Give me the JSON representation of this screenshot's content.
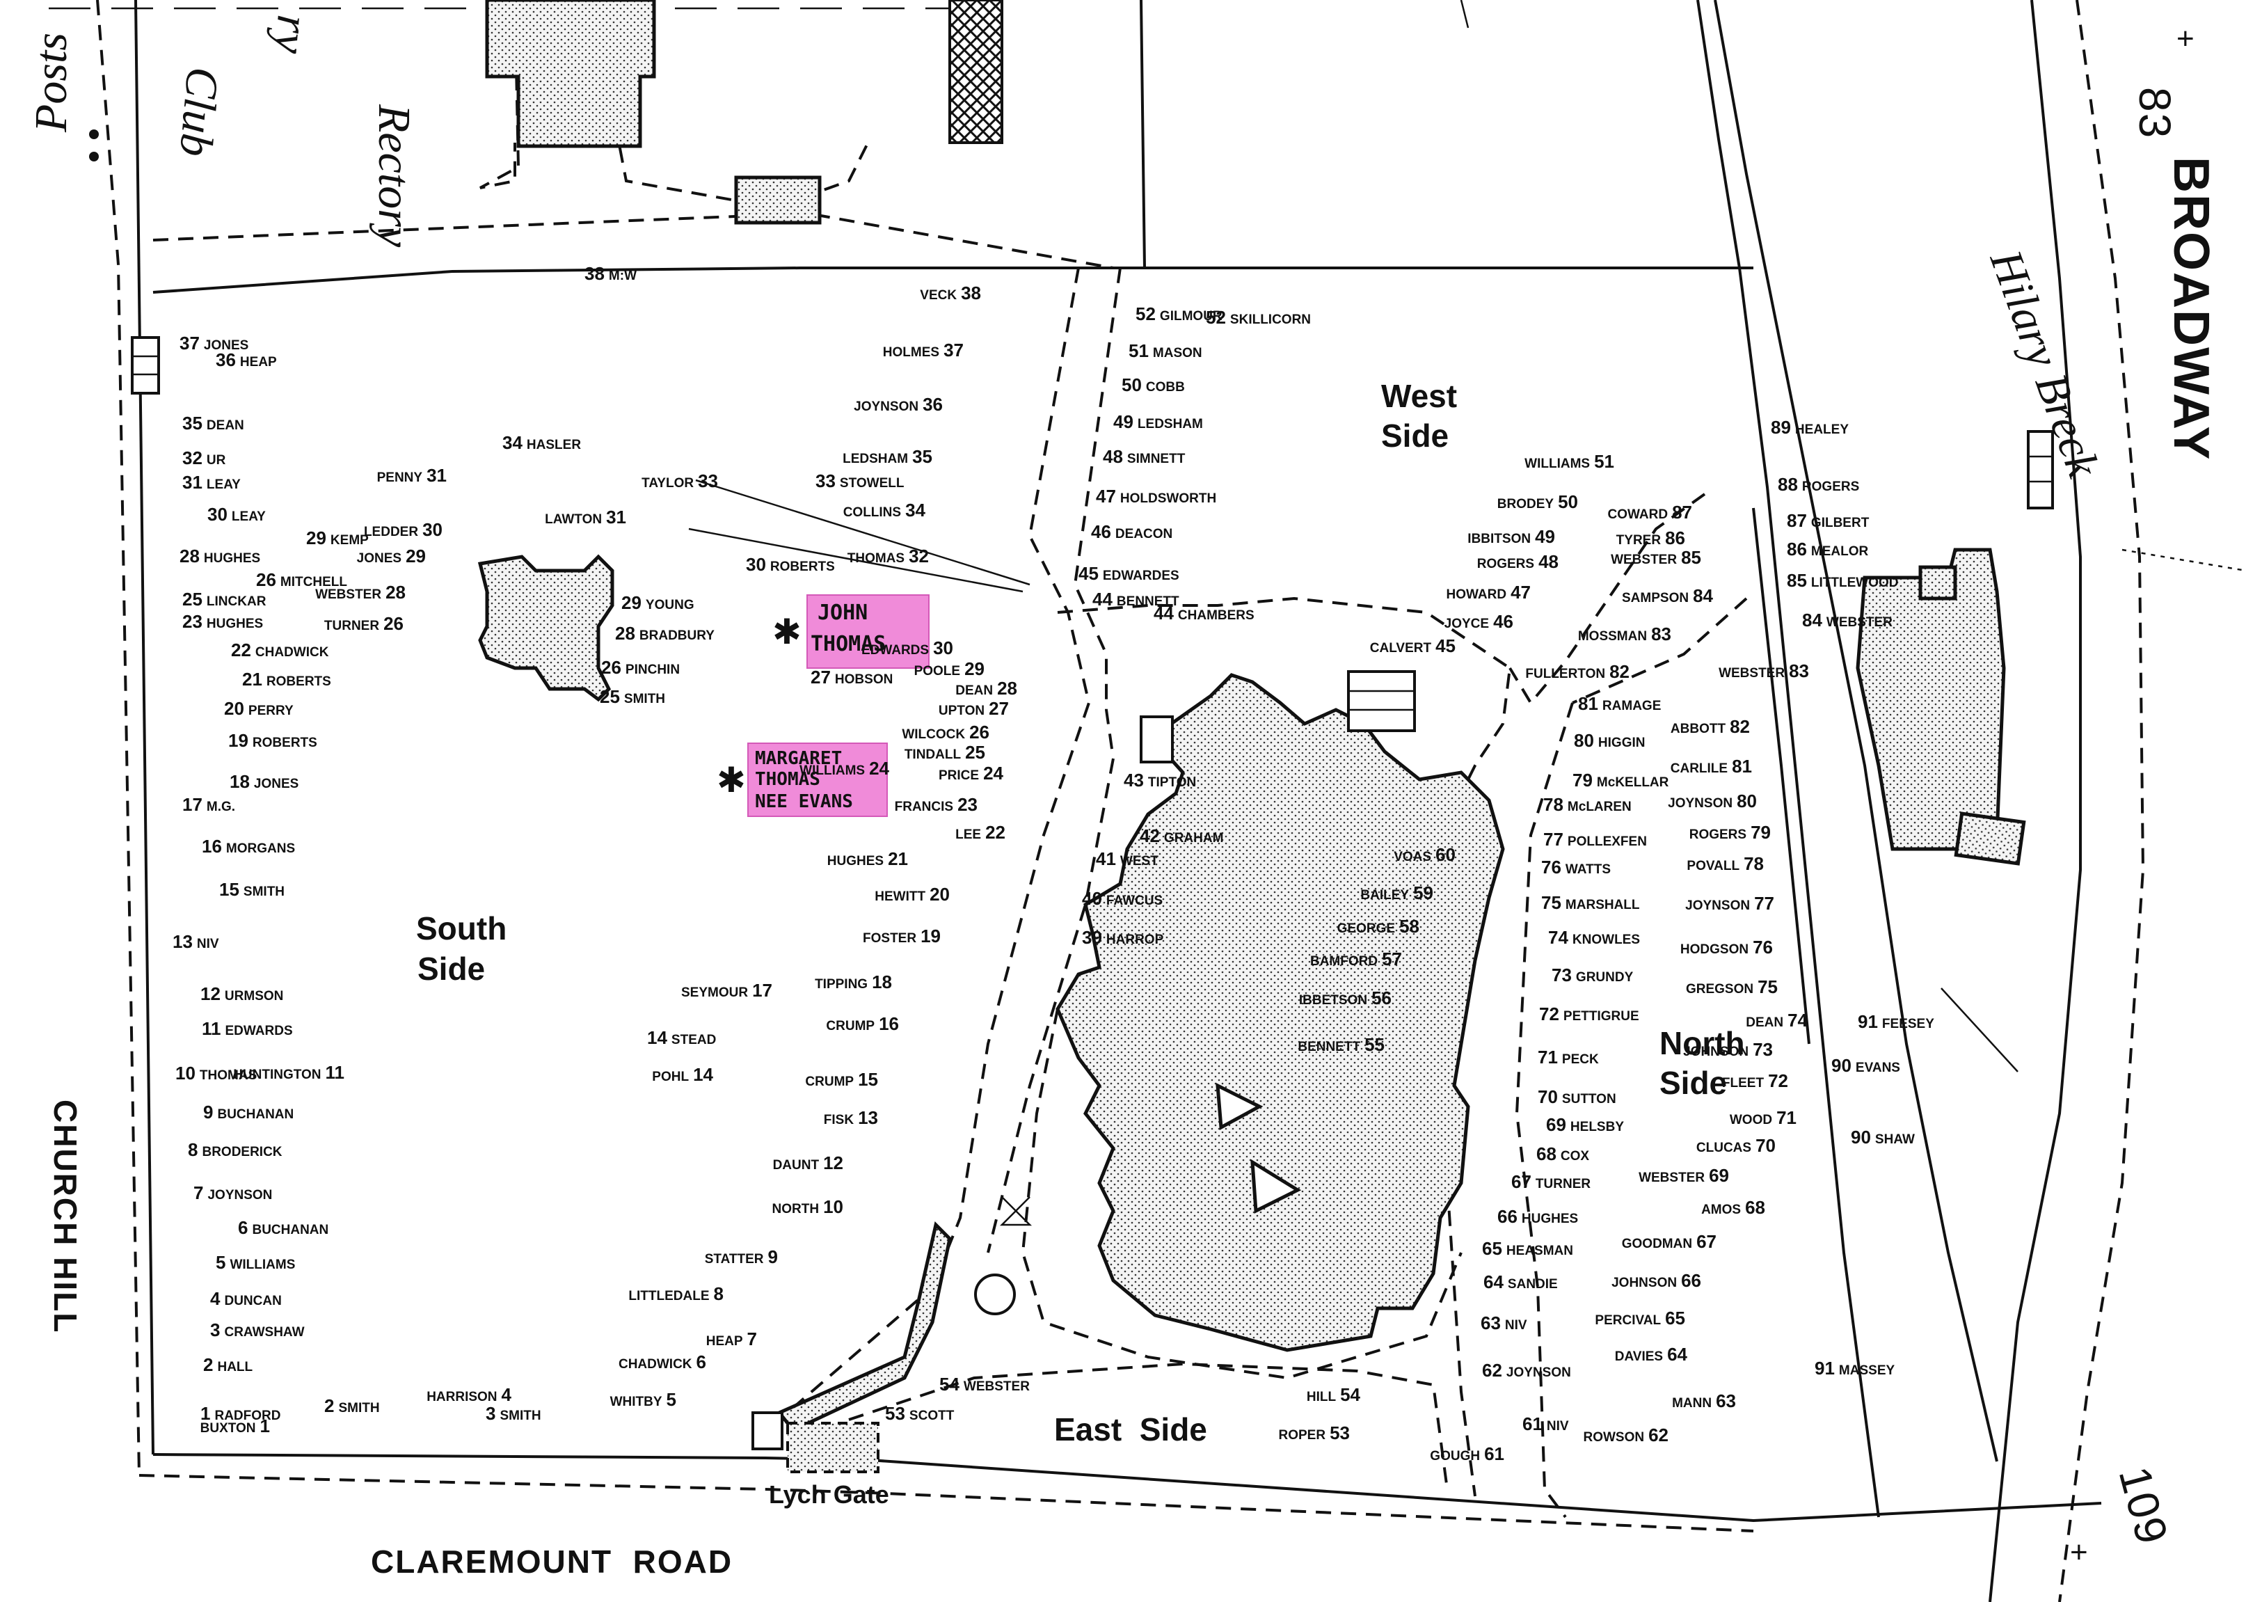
{
  "regions": {
    "west": [
      "West",
      "Side"
    ],
    "south": [
      "South",
      "Side"
    ],
    "north": [
      "North",
      "Side"
    ],
    "east": "East  Side"
  },
  "streets": {
    "rectory": "Rectory",
    "club": "Club",
    "ry": "ry",
    "posts": "Posts",
    "hilary_breck": "Hilary Breck",
    "broadway": "BROADWAY",
    "num_83": "83",
    "num_109": "109",
    "church_hill": "CHURCH HILL",
    "claremount": "CLAREMOUNT  ROAD",
    "lych_gate": "Lych Gate"
  },
  "annotations": {
    "john_thomas": [
      "JOHN",
      "THOMAS"
    ],
    "margaret": [
      "MARGARET",
      "THOMAS",
      "NEE EVANS"
    ],
    "star": "✱"
  },
  "plots": [
    {
      "n": "38",
      "name": "M:W"
    },
    {
      "n": "37",
      "name": "JONES"
    },
    {
      "n": "36",
      "name": "HEAP"
    },
    {
      "n": "35",
      "name": "DEAN"
    },
    {
      "n": "32",
      "name": "UR"
    },
    {
      "n": "31",
      "name": "LEAY"
    },
    {
      "n": "30",
      "name": "LEAY"
    },
    {
      "n": "29",
      "name": "KEMP"
    },
    {
      "n": "28",
      "name": "HUGHES"
    },
    {
      "n": "26",
      "name": "MITCHELL"
    },
    {
      "n": "25",
      "name": "LINCKAR"
    },
    {
      "n": "23",
      "name": "HUGHES"
    },
    {
      "n": "22",
      "name": "CHADWICK"
    },
    {
      "n": "21",
      "name": "ROBERTS"
    },
    {
      "n": "20",
      "name": "PERRY"
    },
    {
      "n": "19",
      "name": "ROBERTS"
    },
    {
      "n": "18",
      "name": "JONES"
    },
    {
      "n": "17",
      "name": "M.G."
    },
    {
      "n": "16",
      "name": "MORGANS"
    },
    {
      "n": "15",
      "name": "SMITH"
    },
    {
      "n": "13",
      "name": "NIV"
    },
    {
      "n": "12",
      "name": "URMSON"
    },
    {
      "n": "11",
      "name": "EDWARDS"
    },
    {
      "n": "10",
      "name": "THOMAS"
    },
    {
      "n": "9",
      "name": "BUCHANAN"
    },
    {
      "n": "8",
      "name": "BRODERICK"
    },
    {
      "n": "7",
      "name": "JOYNSON"
    },
    {
      "n": "6",
      "name": "BUCHANAN"
    },
    {
      "n": "5",
      "name": "WILLIAMS"
    },
    {
      "n": "4",
      "name": "DUNCAN"
    },
    {
      "n": "3",
      "name": "CRAWSHAW"
    },
    {
      "n": "2",
      "name": "HALL"
    },
    {
      "n": "1",
      "name": "RADFORD"
    },
    {
      "n": "2",
      "name": "SMITH"
    },
    {
      "n": "1",
      "name": "BUXTON"
    },
    {
      "n": "3",
      "name": "SMITH"
    },
    {
      "n": "4",
      "name": "HARRISON"
    },
    {
      "n": "11",
      "name": "HUNTINGTON"
    },
    {
      "n": "34",
      "name": "HASLER"
    },
    {
      "n": "31",
      "name": "PENNY"
    },
    {
      "n": "30",
      "name": "LEDDER"
    },
    {
      "n": "29",
      "name": "JONES"
    },
    {
      "n": "28",
      "name": "WEBSTER"
    },
    {
      "n": "26",
      "name": "TURNER"
    },
    {
      "n": "29",
      "name": "YOUNG"
    },
    {
      "n": "28",
      "name": "BRADBURY"
    },
    {
      "n": "26",
      "name": "PINCHIN"
    },
    {
      "n": "25",
      "name": "SMITH"
    },
    {
      "n": "31",
      "name": "LAWTON"
    },
    {
      "n": "33",
      "name": "TAYLOR"
    },
    {
      "n": "33",
      "name": "STOWELL"
    },
    {
      "n": "30",
      "name": "ROBERTS"
    },
    {
      "n": "27",
      "name": "HOBSON"
    },
    {
      "n": "24",
      "name": "WILLIAMS"
    },
    {
      "n": "14",
      "name": "STEAD"
    },
    {
      "n": "14",
      "name": "POHL"
    },
    {
      "n": "17",
      "name": "SEYMOUR"
    },
    {
      "n": "38",
      "name": "VECK"
    },
    {
      "n": "37",
      "name": "HOLMES"
    },
    {
      "n": "36",
      "name": "JOYNSON"
    },
    {
      "n": "35",
      "name": "LEDSHAM"
    },
    {
      "n": "34",
      "name": "COLLINS"
    },
    {
      "n": "32",
      "name": "THOMAS"
    },
    {
      "n": "30",
      "name": "EDWARDS"
    },
    {
      "n": "29",
      "name": "POOLE"
    },
    {
      "n": "28",
      "name": "DEAN"
    },
    {
      "n": "27",
      "name": "UPTON"
    },
    {
      "n": "26",
      "name": "WILCOCK"
    },
    {
      "n": "25",
      "name": "TINDALL"
    },
    {
      "n": "24",
      "name": "PRICE"
    },
    {
      "n": "23",
      "name": "FRANCIS"
    },
    {
      "n": "22",
      "name": "LEE"
    },
    {
      "n": "21",
      "name": "HUGHES"
    },
    {
      "n": "20",
      "name": "HEWITT"
    },
    {
      "n": "19",
      "name": "FOSTER"
    },
    {
      "n": "18",
      "name": "TIPPING"
    },
    {
      "n": "16",
      "name": "CRUMP"
    },
    {
      "n": "15",
      "name": "CRUMP"
    },
    {
      "n": "13",
      "name": "FISK"
    },
    {
      "n": "12",
      "name": "DAUNT"
    },
    {
      "n": "10",
      "name": "NORTH"
    },
    {
      "n": "9",
      "name": "STATTER"
    },
    {
      "n": "8",
      "name": "LITTLEDALE"
    },
    {
      "n": "7",
      "name": "HEAP"
    },
    {
      "n": "6",
      "name": "CHADWICK"
    },
    {
      "n": "5",
      "name": "WHITBY"
    },
    {
      "n": "52",
      "name": "GILMOUR"
    },
    {
      "n": "52",
      "name": "SKILLICORN"
    },
    {
      "n": "51",
      "name": "MASON"
    },
    {
      "n": "50",
      "name": "COBB"
    },
    {
      "n": "49",
      "name": "LEDSHAM"
    },
    {
      "n": "48",
      "name": "SIMNETT"
    },
    {
      "n": "47",
      "name": "HOLDSWORTH"
    },
    {
      "n": "46",
      "name": "DEACON"
    },
    {
      "n": "45",
      "name": "EDWARDES"
    },
    {
      "n": "44",
      "name": "BENNETT"
    },
    {
      "n": "44",
      "name": "CHAMBERS"
    },
    {
      "n": "43",
      "name": "TIPTON"
    },
    {
      "n": "42",
      "name": "GRAHAM"
    },
    {
      "n": "41",
      "name": "WEST"
    },
    {
      "n": "40",
      "name": "FAWCUS"
    },
    {
      "n": "39",
      "name": "HARROP"
    },
    {
      "n": "60",
      "name": "VOAS"
    },
    {
      "n": "59",
      "name": "BAILEY"
    },
    {
      "n": "58",
      "name": "GEORGE"
    },
    {
      "n": "57",
      "name": "BAMFORD"
    },
    {
      "n": "56",
      "name": "IBBETSON"
    },
    {
      "n": "55",
      "name": "BENNETT"
    },
    {
      "n": "54",
      "name": "WEBSTER"
    },
    {
      "n": "53",
      "name": "SCOTT"
    },
    {
      "n": "54",
      "name": "HILL"
    },
    {
      "n": "53",
      "name": "ROPER"
    },
    {
      "n": "51",
      "name": "WILLIAMS"
    },
    {
      "n": "50",
      "name": "BRODEY"
    },
    {
      "n": "49",
      "name": "IBBITSON"
    },
    {
      "n": "48",
      "name": "ROGERS"
    },
    {
      "n": "47",
      "name": "HOWARD"
    },
    {
      "n": "46",
      "name": "JOYCE"
    },
    {
      "n": "45",
      "name": "CALVERT"
    },
    {
      "n": "87",
      "name": "COWARD"
    },
    {
      "n": "86",
      "name": "TYRER"
    },
    {
      "n": "85",
      "name": "WEBSTER"
    },
    {
      "n": "84",
      "name": "SAMPSON"
    },
    {
      "n": "83",
      "name": "MOSSMAN"
    },
    {
      "n": "82",
      "name": "FULLERTON"
    },
    {
      "n": "81",
      "name": "RAMAGE"
    },
    {
      "n": "80",
      "name": "HIGGIN"
    },
    {
      "n": "79",
      "name": "McKELLAR"
    },
    {
      "n": "78",
      "name": "McLAREN"
    },
    {
      "n": "77",
      "name": "POLLEXFEN"
    },
    {
      "n": "76",
      "name": "WATTS"
    },
    {
      "n": "75",
      "name": "MARSHALL"
    },
    {
      "n": "74",
      "name": "KNOWLES"
    },
    {
      "n": "73",
      "name": "GRUNDY"
    },
    {
      "n": "72",
      "name": "PETTIGRUE"
    },
    {
      "n": "71",
      "name": "PECK"
    },
    {
      "n": "70",
      "name": "SUTTON"
    },
    {
      "n": "69",
      "name": "HELSBY"
    },
    {
      "n": "68",
      "name": "COX"
    },
    {
      "n": "67",
      "name": "TURNER"
    },
    {
      "n": "66",
      "name": "HUGHES"
    },
    {
      "n": "65",
      "name": "HEASMAN"
    },
    {
      "n": "64",
      "name": "SANDIE"
    },
    {
      "n": "63",
      "name": "NIV"
    },
    {
      "n": "62",
      "name": "JOYNSON"
    },
    {
      "n": "61",
      "name": "NIV"
    },
    {
      "n": "61",
      "name": "GOUGH"
    },
    {
      "n": "89",
      "name": "HEALEY"
    },
    {
      "n": "88",
      "name": "ROGERS"
    },
    {
      "n": "87",
      "name": "GILBERT"
    },
    {
      "n": "86",
      "name": "MEALOR"
    },
    {
      "n": "85",
      "name": "LITTLEWOOD"
    },
    {
      "n": "84",
      "name": "WEBSTER"
    },
    {
      "n": "83",
      "name": "WEBSTER"
    },
    {
      "n": "82",
      "name": "ABBOTT"
    },
    {
      "n": "81",
      "name": "CARLILE"
    },
    {
      "n": "80",
      "name": "JOYNSON"
    },
    {
      "n": "79",
      "name": "ROGERS"
    },
    {
      "n": "78",
      "name": "POVALL"
    },
    {
      "n": "77",
      "name": "JOYNSON"
    },
    {
      "n": "76",
      "name": "HODGSON"
    },
    {
      "n": "75",
      "name": "GREGSON"
    },
    {
      "n": "74",
      "name": "DEAN"
    },
    {
      "n": "91",
      "name": "FEESEY"
    },
    {
      "n": "73",
      "name": "JOHNSON"
    },
    {
      "n": "90",
      "name": "EVANS"
    },
    {
      "n": "72",
      "name": "FLEET"
    },
    {
      "n": "71",
      "name": "WOOD"
    },
    {
      "n": "70",
      "name": "CLUCAS"
    },
    {
      "n": "90",
      "name": "SHAW"
    },
    {
      "n": "69",
      "name": "WEBSTER"
    },
    {
      "n": "68",
      "name": "AMOS"
    },
    {
      "n": "67",
      "name": "GOODMAN"
    },
    {
      "n": "66",
      "name": "JOHNSON"
    },
    {
      "n": "65",
      "name": "PERCIVAL"
    },
    {
      "n": "64",
      "name": "DAVIES"
    },
    {
      "n": "91",
      "name": "MASSEY"
    },
    {
      "n": "63",
      "name": "MANN"
    },
    {
      "n": "62",
      "name": "ROWSON"
    }
  ]
}
